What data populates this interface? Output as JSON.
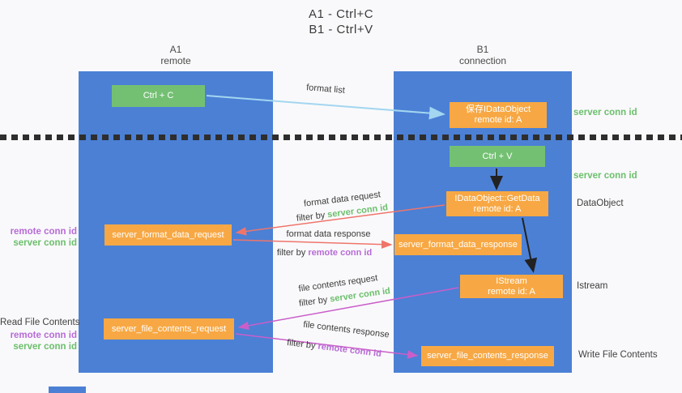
{
  "title": {
    "line1": "A1 - Ctrl+C",
    "line2": "B1 - Ctrl+V"
  },
  "columns": {
    "a1": {
      "id": "A1",
      "role": "remote"
    },
    "b1": {
      "id": "B1",
      "role": "connection"
    }
  },
  "nodes": {
    "ctrl_c": {
      "label": "Ctrl + C"
    },
    "save_dataobject": {
      "line1": "保存IDataObject",
      "line2": "remote id: A"
    },
    "ctrl_v": {
      "label": "Ctrl + V"
    },
    "getdata": {
      "line1": "IDataObject::GetData",
      "line2": "remote id: A"
    },
    "format_request": {
      "label": "server_format_data_request"
    },
    "format_response": {
      "label": "server_format_data_response"
    },
    "istream": {
      "line1": "IStream",
      "line2": "remote id: A"
    },
    "file_request": {
      "label": "server_file_contents_request"
    },
    "file_response": {
      "label": "server_file_contents_response"
    }
  },
  "arrow_labels": {
    "format_list": "format list",
    "format_data_request": "format data request",
    "format_data_response": "format data response",
    "file_contents_request": "file contents request",
    "file_contents_response": "file contents response",
    "filter_by": "filter by",
    "server_conn_id": "server conn id",
    "remote_conn_id": "remote conn id"
  },
  "side_labels": {
    "server_conn_id_top": "server conn id",
    "server_conn_id_mid": "server conn id",
    "dataobject": "DataObject",
    "istream": "Istream",
    "write_file_contents": "Write File Contents",
    "read_file_contents": "Read File Contents",
    "remote_conn_id": "remote conn id",
    "server_conn_id": "server conn id"
  },
  "colors": {
    "column_blue": "#4b80d5",
    "box_green": "#74c073",
    "box_orange": "#f7a844",
    "text_green": "#6cbf6c",
    "text_purple": "#b76bd6",
    "arrow_light_blue": "#a3d6f0",
    "arrow_red": "#ef756c",
    "arrow_magenta": "#ca5ec9",
    "arrow_black": "#222222"
  }
}
